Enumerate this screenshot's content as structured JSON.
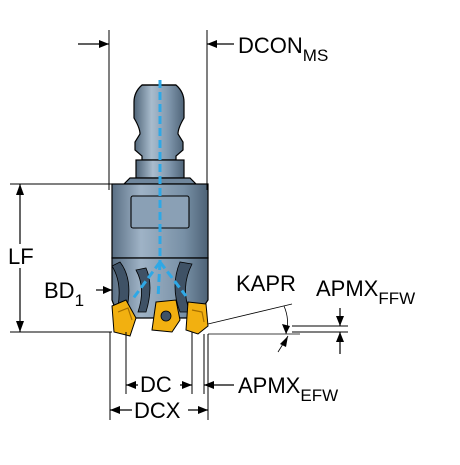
{
  "labels": {
    "dcon": {
      "main": "DCON",
      "sub": "MS"
    },
    "lf": {
      "main": "LF"
    },
    "bd": {
      "main": "BD",
      "sub": "1"
    },
    "kapr": {
      "main": "KAPR"
    },
    "apmx_ffw": {
      "main": "APMX",
      "sub": "FFW"
    },
    "dc": {
      "main": "DC"
    },
    "apmx_efw": {
      "main": "APMX",
      "sub": "EFW"
    },
    "dcx": {
      "main": "DCX"
    }
  },
  "colors": {
    "body": "#7f96ac",
    "body_dark": "#4f6478",
    "body_light": "#a9bccd",
    "coolant": "#2ea8e6",
    "insert": "#f2b010",
    "insert_dark": "#a66f00",
    "line": "#000000"
  }
}
